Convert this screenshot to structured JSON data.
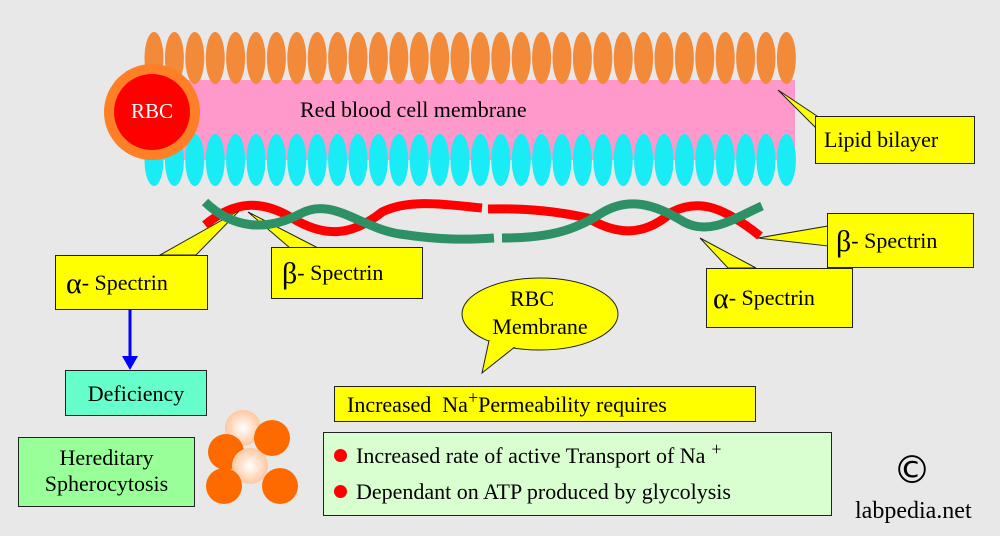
{
  "membrane": {
    "rbc_label": "RBC",
    "membrane_label": "Red blood cell membrane",
    "lipid_bilayer": "Lipid bilayer",
    "colors": {
      "outer_heads": "#f28a3a",
      "inner_heads": "#19ecf4",
      "core": "#ff99cc",
      "rbc_fill": "#ff0000",
      "rbc_ring": "#ff7f27"
    }
  },
  "spectrin": {
    "alpha_symbol": "α",
    "beta_symbol": "β",
    "suffix": "- Spectrin",
    "colors": {
      "alpha_strand": "#ff0000",
      "beta_strand": "#2e9166"
    }
  },
  "callout": {
    "line1": "RBC",
    "line2": "Membrane"
  },
  "permeability": {
    "prefix": "Increased  Na",
    "sup": "+",
    "suffix": "Permeability requires"
  },
  "requirements": [
    {
      "text": "Increased rate of active Transport of Na",
      "sup": "+"
    },
    {
      "text": "Dependant on ATP produced by glycolysis",
      "sup": ""
    }
  ],
  "deficiency": {
    "label": "Deficiency",
    "outcome_line1": "Hereditary",
    "outcome_line2": "Spherocytosis",
    "arrow_color": "#0000ff"
  },
  "branding": {
    "copyright": "©",
    "site": "labpedia.net"
  }
}
